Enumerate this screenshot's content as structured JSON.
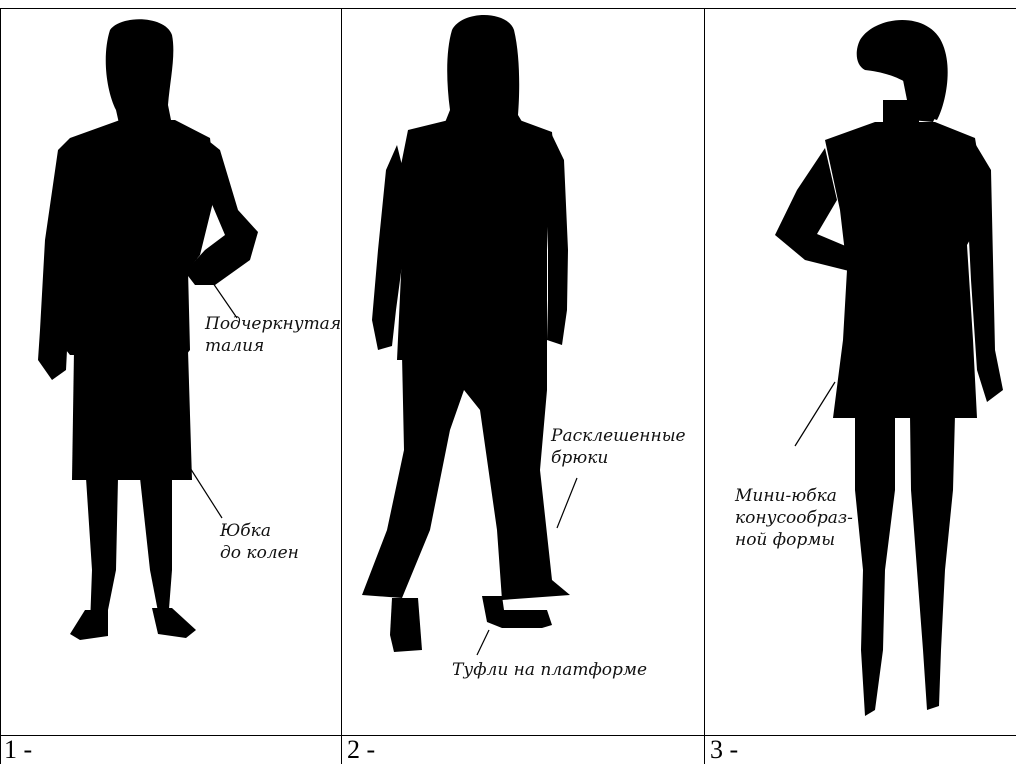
{
  "panels": [
    {
      "label": "1 -",
      "annotations": [
        {
          "text": "Подчеркнутая\nталия"
        },
        {
          "text": "Юбка\nдо колен"
        }
      ]
    },
    {
      "label": "2 -",
      "annotations": [
        {
          "text": "Расклешенные\nбрюки"
        },
        {
          "text": "Туфли на платформе"
        }
      ]
    },
    {
      "label": "3 -",
      "annotations": [
        {
          "text": "Мини-юбка\nконусообраз-\nной формы"
        }
      ]
    }
  ]
}
